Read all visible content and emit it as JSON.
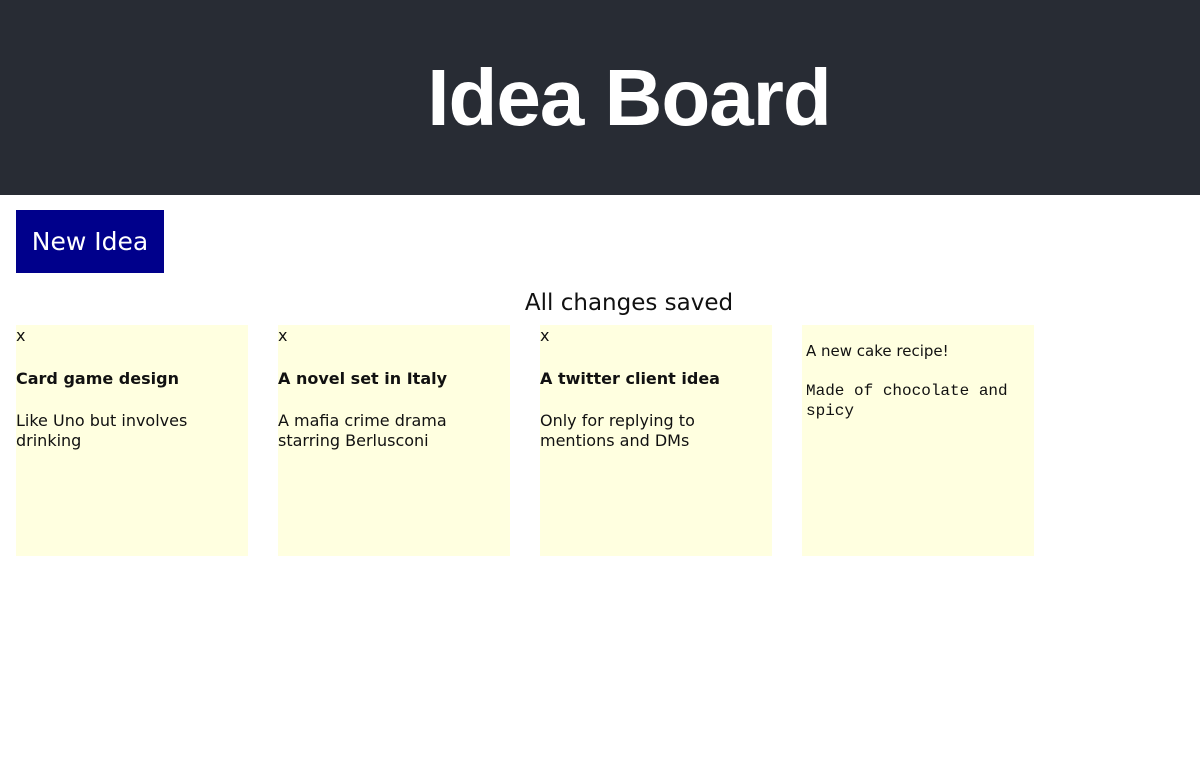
{
  "header": {
    "title": "Idea Board"
  },
  "toolbar": {
    "new_idea_label": "New Idea"
  },
  "status": {
    "text": "All changes saved"
  },
  "ideas": [
    {
      "delete_label": "x",
      "title": "Card game design",
      "body": "Like Uno but involves drinking"
    },
    {
      "delete_label": "x",
      "title": "A novel set in Italy",
      "body": "A mafia crime drama starring Berlusconi"
    },
    {
      "delete_label": "x",
      "title": "A twitter client idea",
      "body": "Only for replying to mentions and DMs"
    },
    {
      "title": "A new cake recipe!",
      "body": "Made of chocolate and spicy"
    }
  ],
  "colors": {
    "header_bg": "#282c34",
    "button_bg": "#00008b",
    "card_bg": "#ffffe0"
  }
}
